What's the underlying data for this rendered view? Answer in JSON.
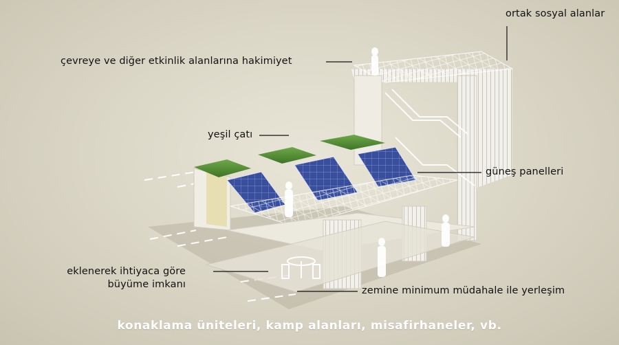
{
  "labels": {
    "social": "ortak sosyal alanlar",
    "overlook": "çevreye ve diğer etkinlik alanlarına hakimiyet",
    "green_roof": "yeşil çatı",
    "solar": "güneş panelleri",
    "growth_line1": "eklenerek ihtiyaca göre",
    "growth_line2": "büyüme imkanı",
    "ground": "zemine minimum müdahale ile yerleşim"
  },
  "caption": "konaklama üniteleri, kamp alanları, misafirhaneler, vb.",
  "colors": {
    "background": "#dcd8c8",
    "structure": "#f4f2ec",
    "green_roof": "#4f8a2e",
    "solar": "#3b4d9c",
    "leader": "#111111",
    "caption": "#ffffff"
  }
}
